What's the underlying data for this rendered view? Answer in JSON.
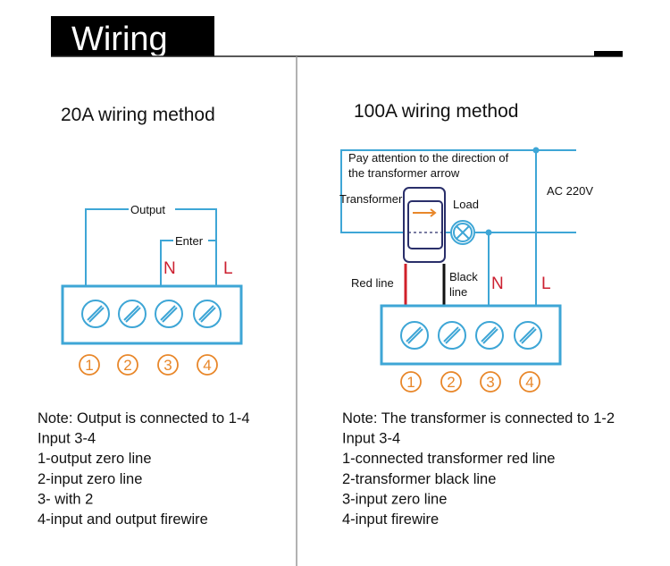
{
  "header": {
    "title": "Wiring"
  },
  "left": {
    "title": "20A wiring method",
    "labels": {
      "output": "Output",
      "enter": "Enter",
      "n": "N",
      "l": "L"
    },
    "terminals": [
      "1",
      "2",
      "3",
      "4"
    ],
    "notes": [
      "Note: Output is connected to 1-4",
      "Input 3-4",
      "1-output zero line",
      "2-input zero line",
      "3- with 2",
      "4-input and output firewire"
    ]
  },
  "right": {
    "title": "100A wiring method",
    "labels": {
      "attention_1": "Pay attention to the direction of",
      "attention_2": "the transformer arrow",
      "transformer": "Transformer",
      "load": "Load",
      "ac": "AC 220V",
      "red_line": "Red line",
      "black_1": "Black",
      "black_2": "line",
      "n": "N",
      "l": "L"
    },
    "terminals": [
      "1",
      "2",
      "3",
      "4"
    ],
    "notes": [
      "Note: The transformer is connected to 1-2",
      "Input 3-4",
      "1-connected transformer red line",
      "2-transformer black line",
      "3-input zero line",
      "4-input firewire"
    ]
  },
  "colors": {
    "wire": "#3ea6d6",
    "number": "#e8872a",
    "nl": "#cc2030",
    "transformer": "#2a2f6a"
  }
}
